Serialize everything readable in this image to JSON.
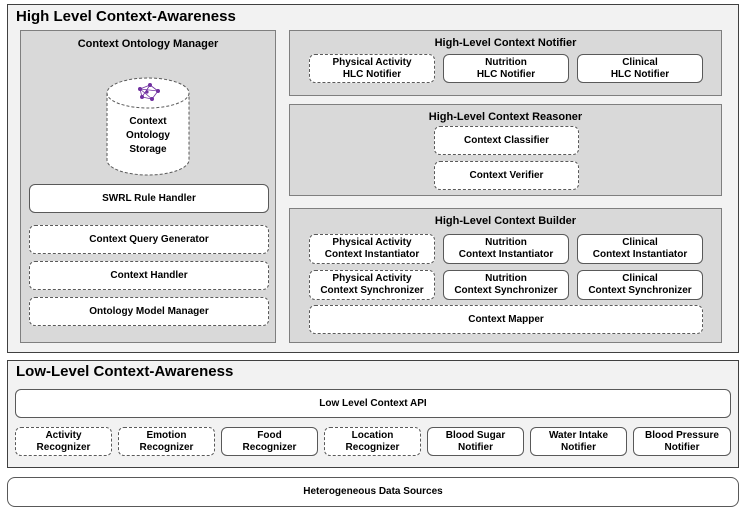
{
  "hlca": {
    "title": "High Level Context-Awareness",
    "com": {
      "title": "Context Ontology Manager",
      "storage_label": "Context\nOntology\nStorage",
      "swrl": "SWRL Rule Handler",
      "query": "Context Query Generator",
      "handler": "Context Handler",
      "model": "Ontology Model Manager"
    },
    "notifier": {
      "title": "High-Level Context  Notifier",
      "items": [
        "Physical Activity\nHLC Notifier",
        "Nutrition\nHLC Notifier",
        "Clinical\nHLC Notifier"
      ]
    },
    "reasoner": {
      "title": "High-Level Context Reasoner",
      "classifier": "Context Classifier",
      "verifier": "Context Verifier"
    },
    "builder": {
      "title": "High-Level Context Builder",
      "instantiators": [
        "Physical Activity\nContext Instantiator",
        "Nutrition\nContext Instantiator",
        "Clinical\nContext Instantiator"
      ],
      "synchronizers": [
        "Physical Activity\nContext Synchronizer",
        "Nutrition\nContext Synchronizer",
        "Clinical\nContext Synchronizer"
      ],
      "mapper": "Context Mapper"
    }
  },
  "llca": {
    "title": "Low-Level Context-Awareness",
    "api": "Low Level Context API",
    "items": [
      "Activity\nRecognizer",
      "Emotion\nRecognizer",
      "Food\nRecognizer",
      "Location\nRecognizer",
      "Blood Sugar\nNotifier",
      "Water Intake\nNotifier",
      "Blood Pressure\nNotifier"
    ]
  },
  "sources": "Heterogeneous Data Sources"
}
